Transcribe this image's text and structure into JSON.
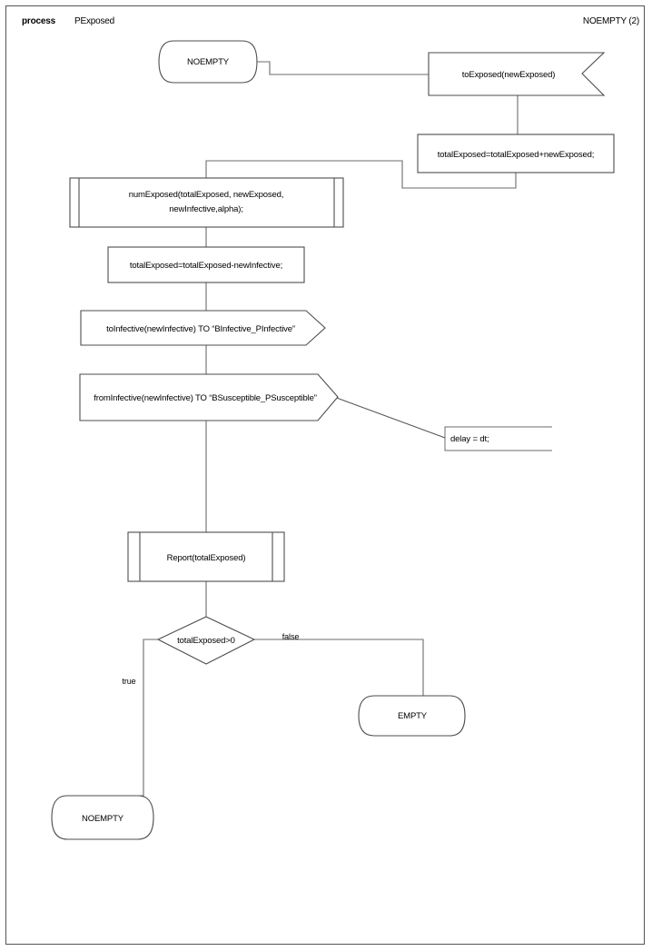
{
  "header": {
    "keyword": "process",
    "process_name": "PExposed",
    "state_label": "NOEMPTY (2)"
  },
  "nodes": {
    "start_state": "NOEMPTY",
    "to_exposed": "toExposed(newExposed)",
    "accumulate": "totalExposed=totalExposed+newExposed;",
    "num_exposed_line1": "numExposed(totalExposed, newExposed,",
    "num_exposed_line2": "newInfective,alpha);",
    "subtract": "totalExposed=totalExposed-newInfective;",
    "to_infective": "toInfective(newInfective) TO “BInfective_PInfective”",
    "from_infective": "fromInfective(newInfective) TO “BSusceptible_PSusceptible”",
    "delay_note": "delay = dt;",
    "report": "Report(totalExposed)",
    "decision": "totalExposed>0",
    "end_empty": "EMPTY",
    "end_noempty": "NOEMPTY"
  },
  "edges": {
    "label_true": "true",
    "label_false": "false"
  },
  "style": {
    "stroke": "#4d4d4d",
    "connector": "#6b6b6b",
    "fill": "#ffffff",
    "text": "#000000"
  }
}
